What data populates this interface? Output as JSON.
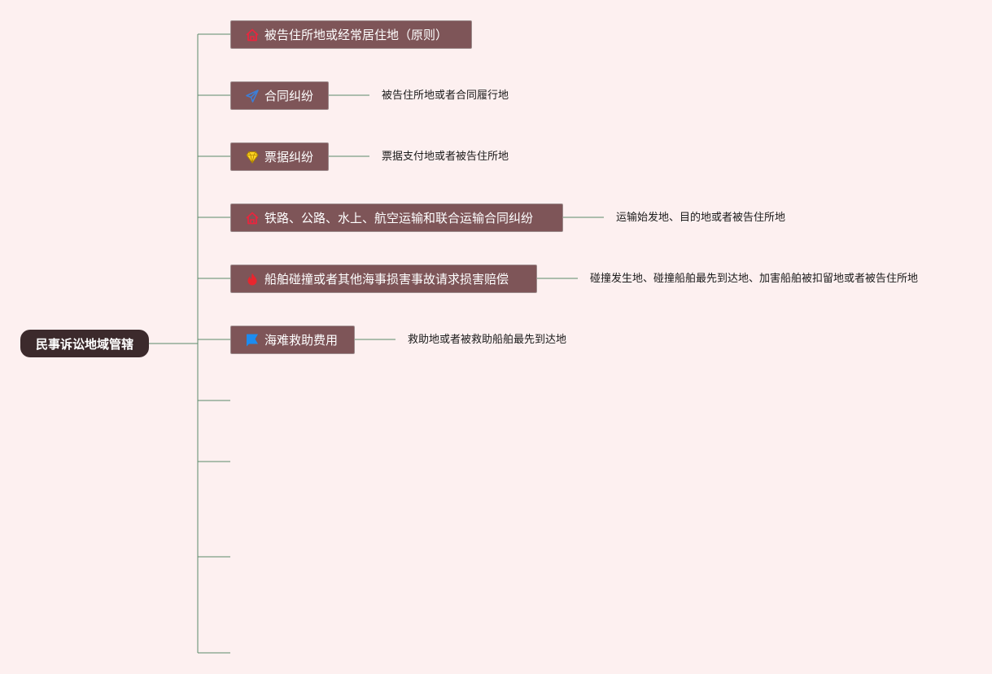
{
  "root": {
    "label": "民事诉讼地域管辖"
  },
  "branches": [
    {
      "label": "被告住所地或经常居住地（原则）",
      "icon": "house-icon",
      "detail": ""
    },
    {
      "label": "合同纠纷",
      "icon": "paper-plane-icon",
      "detail": "被告住所地或者合同履行地"
    },
    {
      "label": "票据纠纷",
      "icon": "diamond-icon",
      "detail": "票据支付地或者被告住所地"
    },
    {
      "label": "铁路、公路、水上、航空运输和联合运输合同纠纷",
      "icon": "house-icon",
      "detail": "运输始发地、目的地或者被告住所地"
    },
    {
      "label": "船舶碰撞或者其他海事损害事故请求损害赔偿",
      "icon": "fire-icon",
      "detail": "碰撞发生地、碰撞船舶最先到达地、加害船舶被扣留地或者被告住所地"
    },
    {
      "label": "海难救助费用",
      "icon": "flag-icon",
      "detail": "救助地或者被救助船舶最先到达地"
    }
  ],
  "colors": {
    "background": "#fdf0f0",
    "root_fill": "#3c2a2c",
    "branch_fill": "#7e5558",
    "connector": "#5a8a6a",
    "house_icon": "#e8263e",
    "paper_plane_icon": "#3c7fd8",
    "diamond_icon": "#ffd324",
    "fire_icon": "#e8262e",
    "flag_icon": "#1c8cf0"
  }
}
